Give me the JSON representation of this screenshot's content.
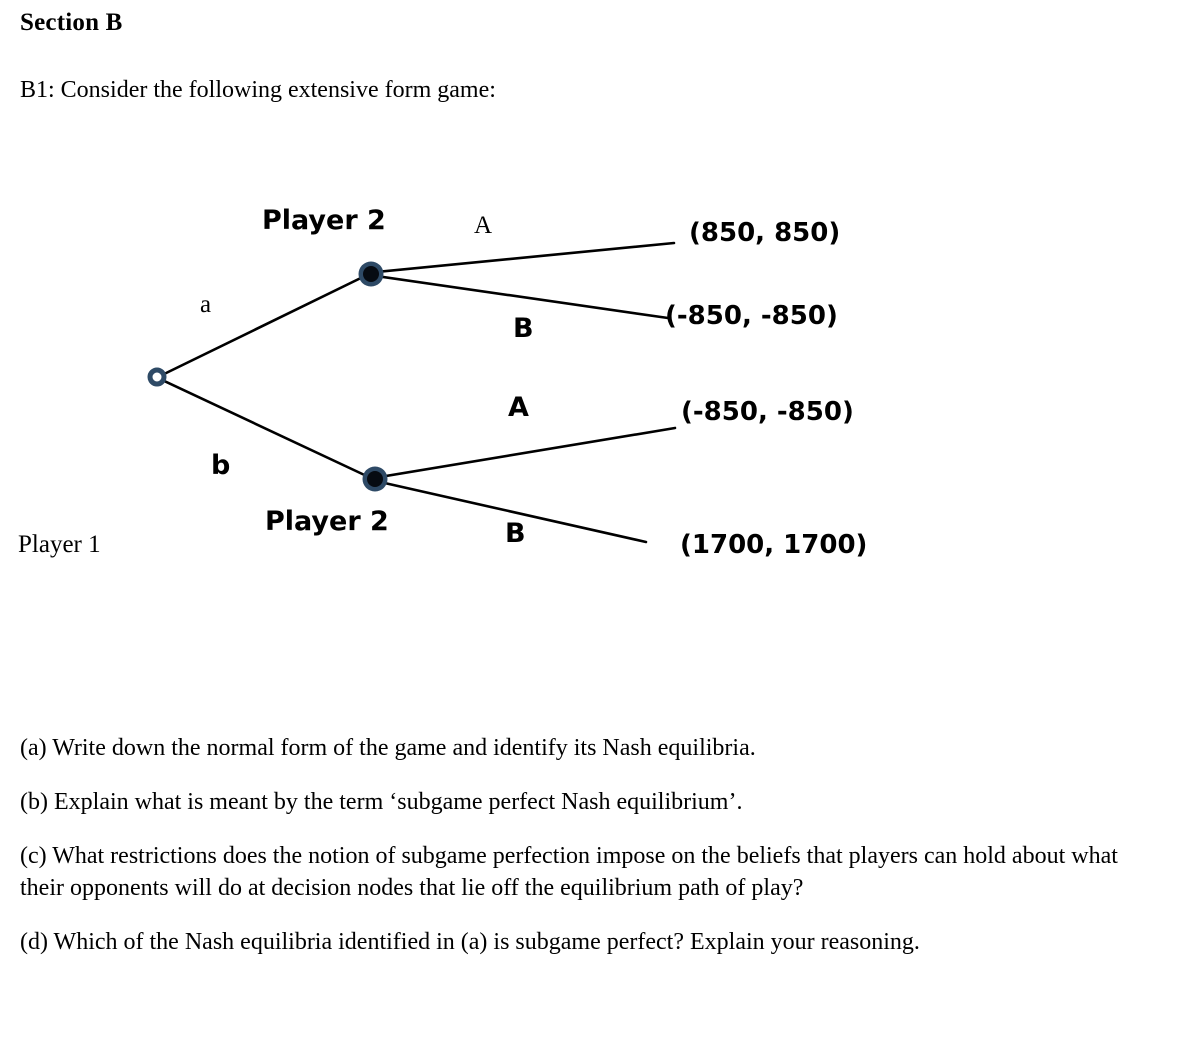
{
  "document": {
    "section_heading": "Section B",
    "intro": "B1: Consider the following extensive form game:"
  },
  "diagram": {
    "root_player_label": "Player 1",
    "upper_node_player_label": "Player 2",
    "lower_node_player_label": "Player 2",
    "root_branch_upper_label": "a",
    "root_branch_lower_label": "b",
    "upper_branch_a_label": "A",
    "upper_branch_b_label": "B",
    "lower_branch_a_label": "A",
    "lower_branch_b_label": "B",
    "payoffs": [
      "(850, 850)",
      "(-850, -850)",
      "(-850, -850)",
      "(1700, 1700)"
    ],
    "colors": {
      "edge": "#000000",
      "node_fill": "#000000",
      "node_ring": "#2e4a66",
      "root_node_fill": "#ffffff",
      "background": "#ffffff"
    }
  },
  "game_data": {
    "type": "extensive-form-game-tree",
    "players": [
      "Player 1",
      "Player 2"
    ],
    "root": {
      "player": "Player 1",
      "actions": [
        "a",
        "b"
      ]
    },
    "subgames": [
      {
        "reached_by": "a",
        "player": "Player 2",
        "actions": [
          "A",
          "B"
        ],
        "payoffs": [
          {
            "action": "A",
            "player1": 850,
            "player2": 850,
            "text": "(850, 850)"
          },
          {
            "action": "B",
            "player1": -850,
            "player2": -850,
            "text": "(-850, -850)"
          }
        ]
      },
      {
        "reached_by": "b",
        "player": "Player 2",
        "actions": [
          "A",
          "B"
        ],
        "payoffs": [
          {
            "action": "A",
            "player1": -850,
            "player2": -850,
            "text": "(-850, -850)"
          },
          {
            "action": "B",
            "player1": 1700,
            "player2": 1700,
            "text": "(1700, 1700)"
          }
        ]
      }
    ]
  },
  "questions": [
    {
      "id": "a",
      "text": "(a) Write down the normal form of the game and identify its Nash equilibria."
    },
    {
      "id": "b",
      "text": "(b) Explain what is meant by the term ‘subgame perfect Nash equilibrium’."
    },
    {
      "id": "c",
      "text": "(c) What restrictions does the notion of subgame perfection impose on the beliefs that players can hold about what their opponents will do at decision nodes that lie off the equilibrium path of play?"
    },
    {
      "id": "d",
      "text": "(d) Which of the Nash equilibria identified in (a) is subgame perfect? Explain your reasoning."
    }
  ]
}
